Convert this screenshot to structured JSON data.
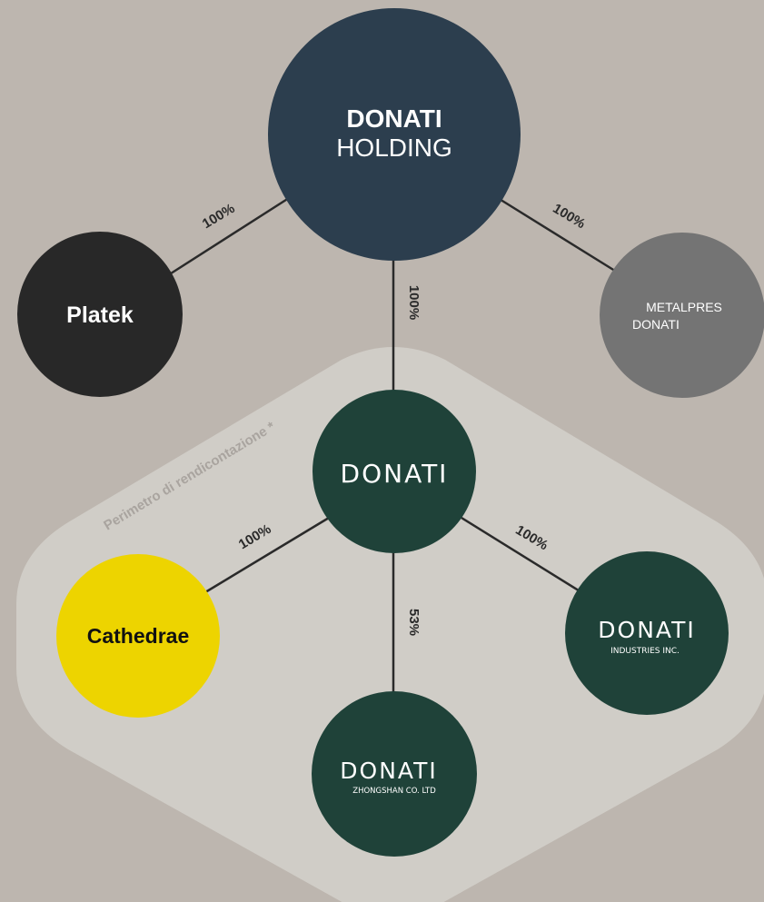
{
  "colors": {
    "background": "#bdb6af",
    "perimeter": "#d0cdc7",
    "holding": "#2c3e4e",
    "platek": "#282828",
    "metalpres": "#747474",
    "donati_green": "#1f4239",
    "cathedrae": "#edd400",
    "line": "#2a2a2a"
  },
  "perimeter_label": "Perimetro di rendicontazione *",
  "nodes": {
    "holding": {
      "line1": "DONATI",
      "line2": "HOLDING"
    },
    "platek": {
      "label": "Platek"
    },
    "metalpres": {
      "line1": "METALPRES",
      "line2": "DONATI"
    },
    "donati": {
      "label": "DONATI"
    },
    "cathedrae": {
      "label": "Cathedrae"
    },
    "industries": {
      "line1": "DONATI",
      "line2": "INDUSTRIES INC."
    },
    "zhongshan": {
      "line1": "DONATI",
      "line2": "ZHONGSHAN CO. LTD"
    }
  },
  "ownership": {
    "holding_platek": "100%",
    "holding_metalpres": "100%",
    "holding_donati": "100%",
    "donati_cathedrae": "100%",
    "donati_industries": "100%",
    "donati_zhongshan": "53%"
  }
}
